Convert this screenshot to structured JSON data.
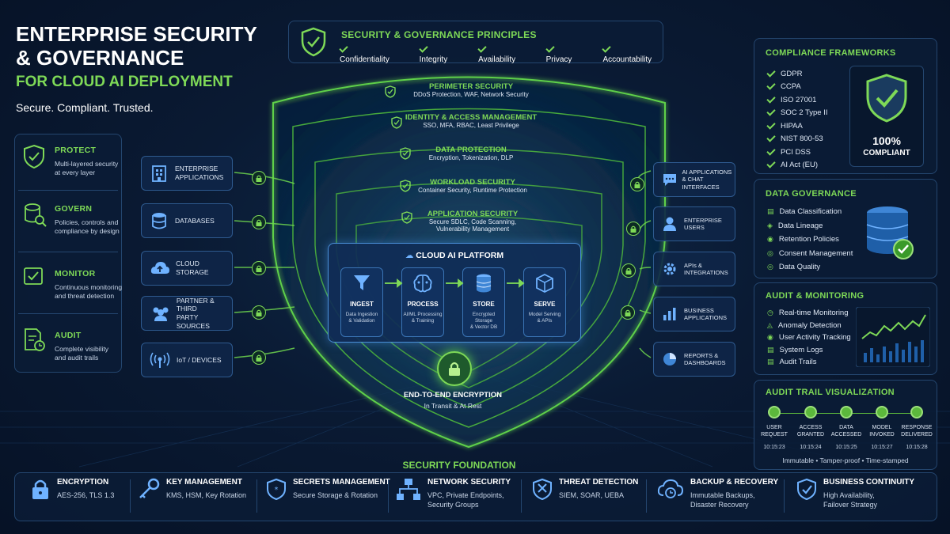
{
  "header": {
    "title_line1": "ENTERPRISE SECURITY",
    "title_line2": "& GOVERNANCE",
    "title_line3": "FOR CLOUD AI DEPLOYMENT",
    "tagline": "Secure. Compliant. Trusted."
  },
  "principles": {
    "title": "SECURITY & GOVERNANCE PRINCIPLES",
    "items": [
      "Confidentiality",
      "Integrity",
      "Availability",
      "Privacy",
      "Accountability"
    ]
  },
  "pillars": [
    {
      "title": "PROTECT",
      "desc1": "Multi-layered security",
      "desc2": "at every layer",
      "icon": "shield-check-icon"
    },
    {
      "title": "GOVERN",
      "desc1": "Policies, controls and",
      "desc2": "compliance by design",
      "icon": "database-search-icon"
    },
    {
      "title": "MONITOR",
      "desc1": "Continuous monitoring",
      "desc2": "and threat detection",
      "icon": "monitor-check-icon"
    },
    {
      "title": "AUDIT",
      "desc1": "Complete visibility",
      "desc2": "and audit trails",
      "icon": "document-clock-icon"
    }
  ],
  "sources": [
    {
      "line1": "ENTERPRISE",
      "line2": "APPLICATIONS",
      "icon": "building-icon"
    },
    {
      "line1": "DATABASES",
      "line2": "",
      "icon": "database-icon"
    },
    {
      "line1": "CLOUD STORAGE",
      "line2": "",
      "icon": "cloud-upload-icon"
    },
    {
      "line1": "PARTNER & THIRD",
      "line2": "PARTY SOURCES",
      "icon": "people-icon"
    },
    {
      "line1": "IoT / DEVICES",
      "line2": "",
      "icon": "antenna-icon"
    }
  ],
  "layers": [
    {
      "title": "PERIMETER SECURITY",
      "sub": "DDoS Protection, WAF, Network Security"
    },
    {
      "title": "IDENTITY & ACCESS MANAGEMENT",
      "sub": "SSO, MFA, RBAC, Least Privilege"
    },
    {
      "title": "DATA PROTECTION",
      "sub": "Encryption, Tokenization, DLP"
    },
    {
      "title": "WORKLOAD SECURITY",
      "sub": "Container Security, Runtime Protection"
    },
    {
      "title": "APPLICATION SECURITY",
      "sub": "Secure SDLC, Code Scanning,",
      "sub2": "Vulnerability Management"
    }
  ],
  "platform": {
    "title": "CLOUD AI PLATFORM",
    "stages": [
      {
        "name": "INGEST",
        "desc1": "Data Ingestion",
        "desc2": "& Validation",
        "icon": "funnel-icon"
      },
      {
        "name": "PROCESS",
        "desc1": "AI/ML Processing",
        "desc2": "& Training",
        "icon": "brain-icon"
      },
      {
        "name": "STORE",
        "desc1": "Encrypted Storage",
        "desc2": "& Vector DB",
        "icon": "storage-icon"
      },
      {
        "name": "SERVE",
        "desc1": "Model Serving",
        "desc2": "& APIs",
        "icon": "cube-icon"
      }
    ]
  },
  "encryption": {
    "title": "END-TO-END ENCRYPTION",
    "sub": "In Transit & At Rest"
  },
  "outputs": [
    {
      "line1": "AI APPLICATIONS",
      "line2": "& CHAT INTERFACES",
      "icon": "chat-icon"
    },
    {
      "line1": "ENTERPRISE",
      "line2": "USERS",
      "icon": "user-icon"
    },
    {
      "line1": "APIs &",
      "line2": "INTEGRATIONS",
      "icon": "gear-icon"
    },
    {
      "line1": "BUSINESS",
      "line2": "APPLICATIONS",
      "icon": "bar-chart-icon"
    },
    {
      "line1": "REPORTS &",
      "line2": "DASHBOARDS",
      "icon": "pie-chart-icon"
    }
  ],
  "compliance": {
    "title": "COMPLIANCE FRAMEWORKS",
    "items": [
      "GDPR",
      "CCPA",
      "ISO 27001",
      "SOC 2 Type II",
      "HIPAA",
      "NIST 800-53",
      "PCI DSS",
      "AI Act (EU)"
    ],
    "badge_value": "100%",
    "badge_label": "COMPLIANT"
  },
  "data_governance": {
    "title": "DATA GOVERNANCE",
    "items": [
      "Data Classification",
      "Data Lineage",
      "Retention Policies",
      "Consent Management",
      "Data Quality"
    ]
  },
  "audit_monitoring": {
    "title": "AUDIT & MONITORING",
    "items": [
      "Real-time Monitoring",
      "Anomaly Detection",
      "User Activity Tracking",
      "System Logs",
      "Audit Trails"
    ]
  },
  "audit_trail": {
    "title": "AUDIT TRAIL VISUALIZATION",
    "events": [
      {
        "line1": "USER",
        "line2": "REQUEST",
        "time": "10:15:23"
      },
      {
        "line1": "ACCESS",
        "line2": "GRANTED",
        "time": "10:15:24"
      },
      {
        "line1": "DATA",
        "line2": "ACCESSED",
        "time": "10:15:25"
      },
      {
        "line1": "MODEL",
        "line2": "INVOKED",
        "time": "10:15:27"
      },
      {
        "line1": "RESPONSE",
        "line2": "DELIVERED",
        "time": "10:15:28"
      }
    ],
    "footer": "Immutable • Tamper-proof • Time-stamped"
  },
  "foundation": {
    "title": "SECURITY FOUNDATION",
    "items": [
      {
        "title": "ENCRYPTION",
        "sub1": "AES-256, TLS 1.3",
        "sub2": "",
        "icon": "padlock-icon"
      },
      {
        "title": "KEY MANAGEMENT",
        "sub1": "KMS, HSM, Key Rotation",
        "sub2": "",
        "icon": "key-icon"
      },
      {
        "title": "SECRETS MANAGEMENT",
        "sub1": "Secure Storage & Rotation",
        "sub2": "",
        "icon": "shield-secret-icon"
      },
      {
        "title": "NETWORK SECURITY",
        "sub1": "VPC, Private Endpoints,",
        "sub2": "Security Groups",
        "icon": "network-icon"
      },
      {
        "title": "THREAT DETECTION",
        "sub1": "SIEM, SOAR, UEBA",
        "sub2": "",
        "icon": "shield-tools-icon"
      },
      {
        "title": "BACKUP & RECOVERY",
        "sub1": "Immutable Backups,",
        "sub2": "Disaster Recovery",
        "icon": "cloud-backup-icon"
      },
      {
        "title": "BUSINESS CONTINUITY",
        "sub1": "High Availability,",
        "sub2": "Failover Strategy",
        "icon": "shield-continuity-icon"
      }
    ]
  }
}
